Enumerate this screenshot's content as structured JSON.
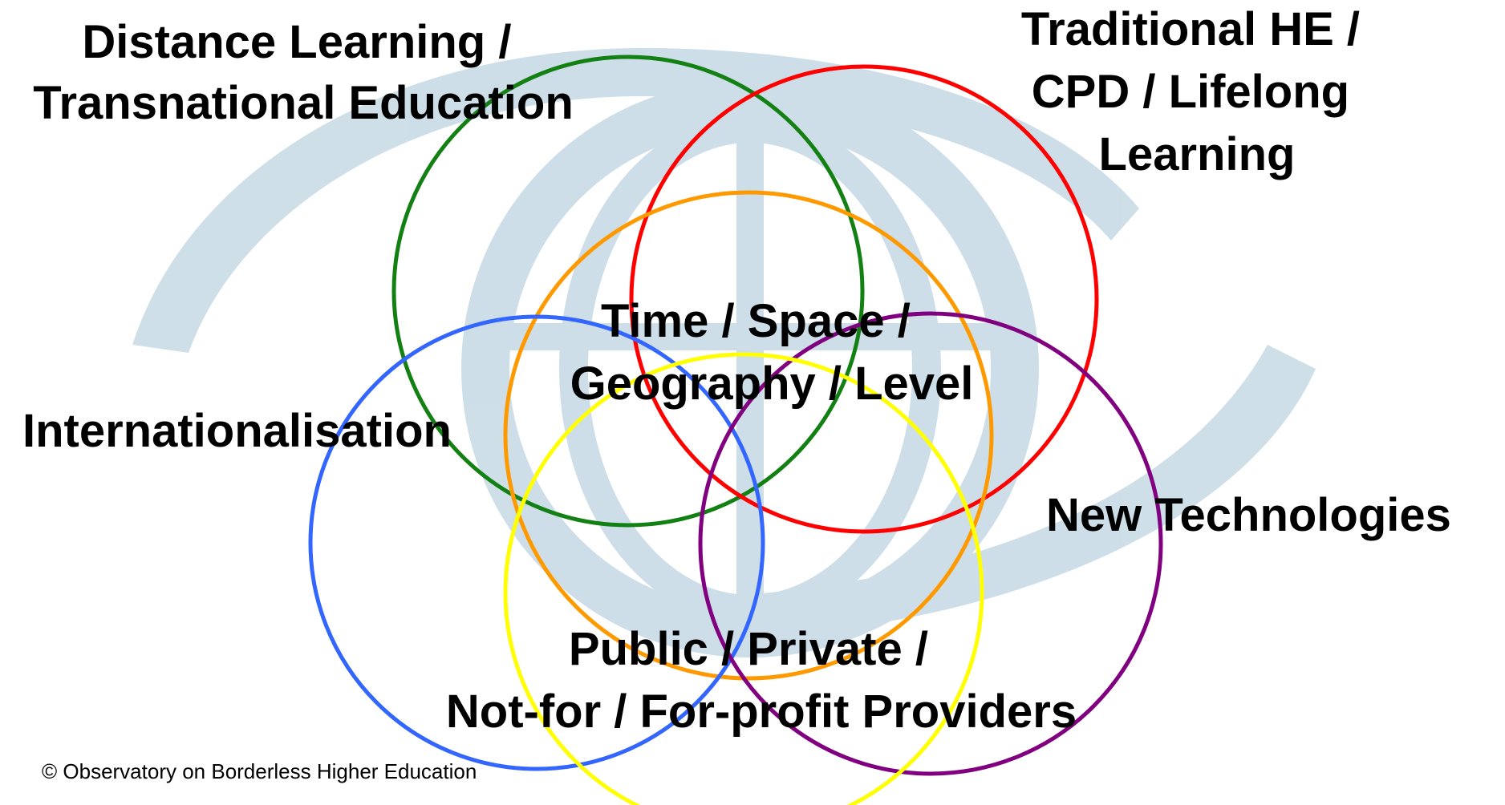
{
  "diagram": {
    "labels": {
      "distance": [
        "Distance Learning /",
        "Transnational Education"
      ],
      "traditional": [
        "Traditional HE /",
        "CPD / Lifelong",
        "Learning"
      ],
      "center": [
        "Time / Space /",
        "Geography / Level"
      ],
      "internationalisation": "Internationalisation",
      "new_tech": "New Technologies",
      "providers": [
        "Public / Private /",
        "Not-for / For-profit Providers"
      ]
    },
    "copyright": "© Observatory on Borderless Higher Education"
  },
  "colors": {
    "green": "#138013",
    "red": "#ff0000",
    "orange": "#ff9900",
    "blue": "#3366ff",
    "purple": "#800080",
    "yellow": "#ffff00",
    "watermark": "#c9dbe6"
  }
}
